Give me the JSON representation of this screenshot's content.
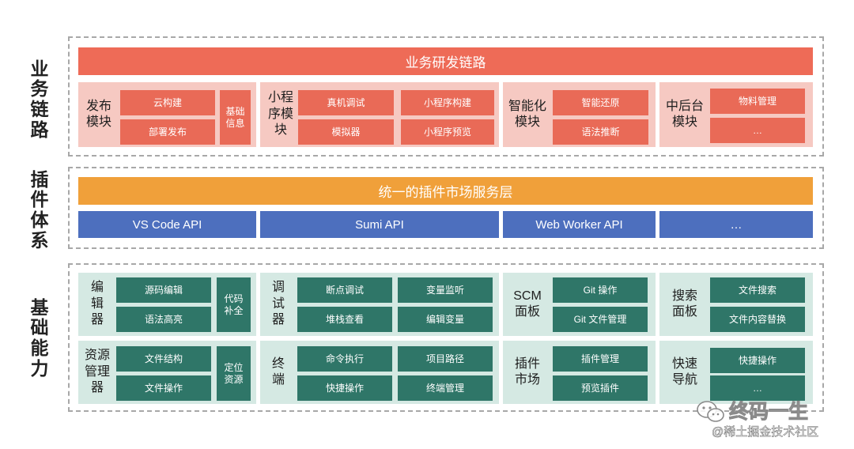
{
  "side_labels": {
    "business": [
      "业",
      "务",
      "链",
      "路"
    ],
    "plugin": [
      "插",
      "件",
      "体",
      "系"
    ],
    "base": [
      "基",
      "础",
      "能",
      "力"
    ]
  },
  "business": {
    "header": "业务研发链路",
    "publish": {
      "label": [
        "发布",
        "模块"
      ],
      "boxes": [
        "云构建",
        "部署发布"
      ],
      "side_box": [
        "基础",
        "信息"
      ]
    },
    "miniapp": {
      "label": [
        "小程",
        "序模",
        "块"
      ],
      "boxes": [
        "真机调试",
        "小程序构建",
        "模拟器",
        "小程序预览"
      ]
    },
    "smart": {
      "label": [
        "智能化",
        "模块"
      ],
      "boxes": [
        "智能还原",
        "语法推断"
      ]
    },
    "middle": {
      "label": [
        "中后台",
        "模块"
      ],
      "boxes": [
        "物料管理",
        "…"
      ]
    }
  },
  "plugin": {
    "header": "统一的插件市场服务层",
    "apis": [
      "VS Code API",
      "Sumi API",
      "Web Worker API",
      "…"
    ]
  },
  "base": {
    "editor": {
      "label": [
        "编",
        "辑",
        "器"
      ],
      "boxes": [
        "源码编辑",
        "语法高亮"
      ],
      "side_box": [
        "代码",
        "补全"
      ]
    },
    "debug": {
      "label": [
        "调",
        "试",
        "器"
      ],
      "boxes": [
        "断点调试",
        "变量监听",
        "堆栈查看",
        "编辑变量"
      ]
    },
    "scm": {
      "label": [
        "SCM",
        "面板"
      ],
      "boxes": [
        "Git 操作",
        "Git 文件管理"
      ]
    },
    "search": {
      "label": [
        "搜索",
        "面板"
      ],
      "boxes": [
        "文件搜索",
        "文件内容替换"
      ]
    },
    "resource": {
      "label": [
        "资源",
        "管理",
        "器"
      ],
      "boxes": [
        "文件结构",
        "文件操作"
      ],
      "side_box": [
        "定位",
        "资源"
      ]
    },
    "terminal": {
      "label": [
        "终",
        "端"
      ],
      "boxes": [
        "命令执行",
        "项目路径",
        "快捷操作",
        "终端管理"
      ]
    },
    "plugin_market": {
      "label": [
        "插件",
        "市场"
      ],
      "boxes": [
        "插件管理",
        "预览插件"
      ]
    },
    "quicknav": {
      "label": [
        "快速",
        "导航"
      ],
      "boxes": [
        "快捷操作",
        "…"
      ]
    }
  },
  "watermark": {
    "title": "终码一生",
    "sub": "@稀土掘金技术社区"
  },
  "colors": {
    "business_header": "#ee6b57",
    "business_panel": "#f6c9c2",
    "business_box": "#e96a57",
    "plugin_header": "#f0a03a",
    "api_bar": "#4d6fbe",
    "base_panel": "#d5e9e3",
    "base_box": "#2f7668"
  }
}
